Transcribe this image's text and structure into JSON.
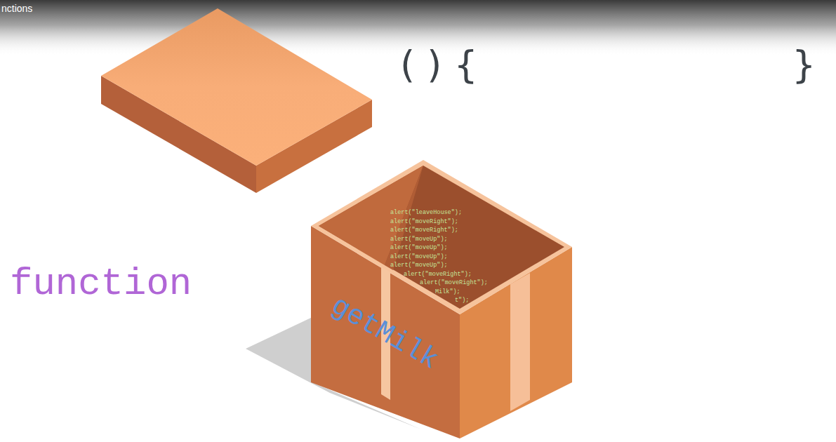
{
  "diagram": {
    "nodes": [
      {
        "text": [
          "getMilk",
          "alert(\"leaveHouse\");",
          "alert(\"moveRight\");",
          "alert(\"moveRight\");",
          "alert(\"moveUp\");",
          "alert(\"moveUp\");",
          "alert(\"moveUp\");",
          "alert(\"moveUp\");",
          "alert(\"moveRight\");",
          "alert(\"moveRight\");",
          "Milk\");",
          "t\");"
        ]
      }
    ],
    "labels": [
      "nctions",
      "( ) {",
      "}",
      "function"
    ]
  }
}
